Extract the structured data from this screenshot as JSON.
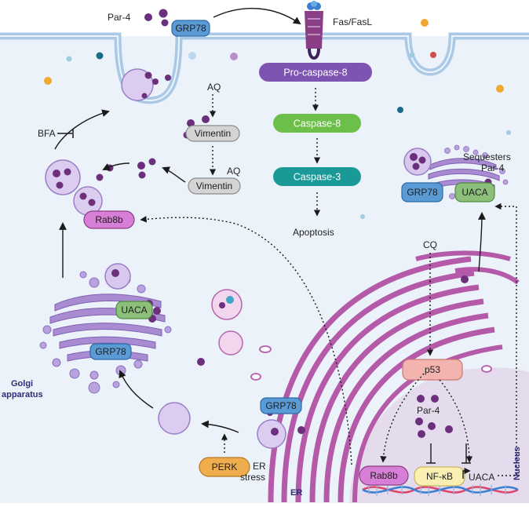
{
  "labels": {
    "par4_top": "Par-4",
    "grp78_top": "GRP78",
    "fas_fasl": "Fas/FasL",
    "pro_caspase8": "Pro-caspase-8",
    "caspase8": "Caspase-8",
    "caspase3": "Caspase-3",
    "apoptosis": "Apoptosis",
    "aq1": "AQ",
    "aq2": "AQ",
    "vimentin1": "Vimentin",
    "vimentin2": "Vimentin",
    "bfa": "BFA",
    "rab8b_left": "Rab8b",
    "uaca_golgi": "UACA",
    "grp78_golgi": "GRP78",
    "golgi_line1": "Golgi",
    "golgi_line2": "apparatus",
    "grp78_er": "GRP78",
    "perk": "PERK",
    "er_stress_line1": "ER",
    "er_stress_line2": "stress",
    "er": "ER",
    "sequesters_line1": "Sequesters",
    "sequesters_line2": "Par-4",
    "grp78_right": "GRP78",
    "uaca_right": "UACA",
    "cq": "CQ",
    "p53": "p53",
    "par4_nucleus": "Par-4",
    "rab8b_nucleus": "Rab8b",
    "nfkb": "NF-κB",
    "uaca_gene": "UACA",
    "nucleus": "Nucleus"
  },
  "colors": {
    "membrane": "#cfe4f4",
    "cytoplasm": "#eaf1fa",
    "par4_particle": "#6b2f7c",
    "er_golgi": "#b766ad",
    "golgi": "#9a7fc7",
    "grp78": "#5b9bd5",
    "uaca": "#8cc07a",
    "rab8b": "#d77fd6",
    "p53": "#f3b4b0",
    "nfkb": "#fbf0b4",
    "perk": "#f0ad4e",
    "procaspase8": "#7d54b2",
    "caspase8": "#6cc04a",
    "caspase3": "#1a9a96"
  }
}
